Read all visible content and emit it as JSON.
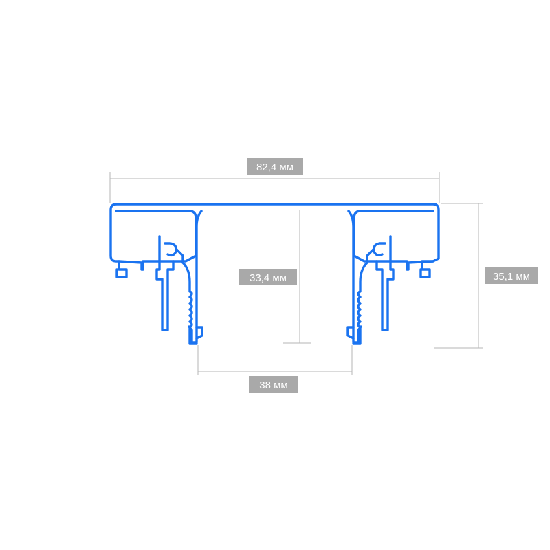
{
  "dimensions": {
    "width": "82,4 мм",
    "height_inner": "33,4 мм",
    "height_total": "35,1 мм",
    "opening": "38 мм"
  },
  "colors": {
    "profile": "#1a73f0",
    "dimension_line": "#b5b5b5",
    "label_background": "#a9a9a9",
    "label_text": "#ffffff"
  }
}
